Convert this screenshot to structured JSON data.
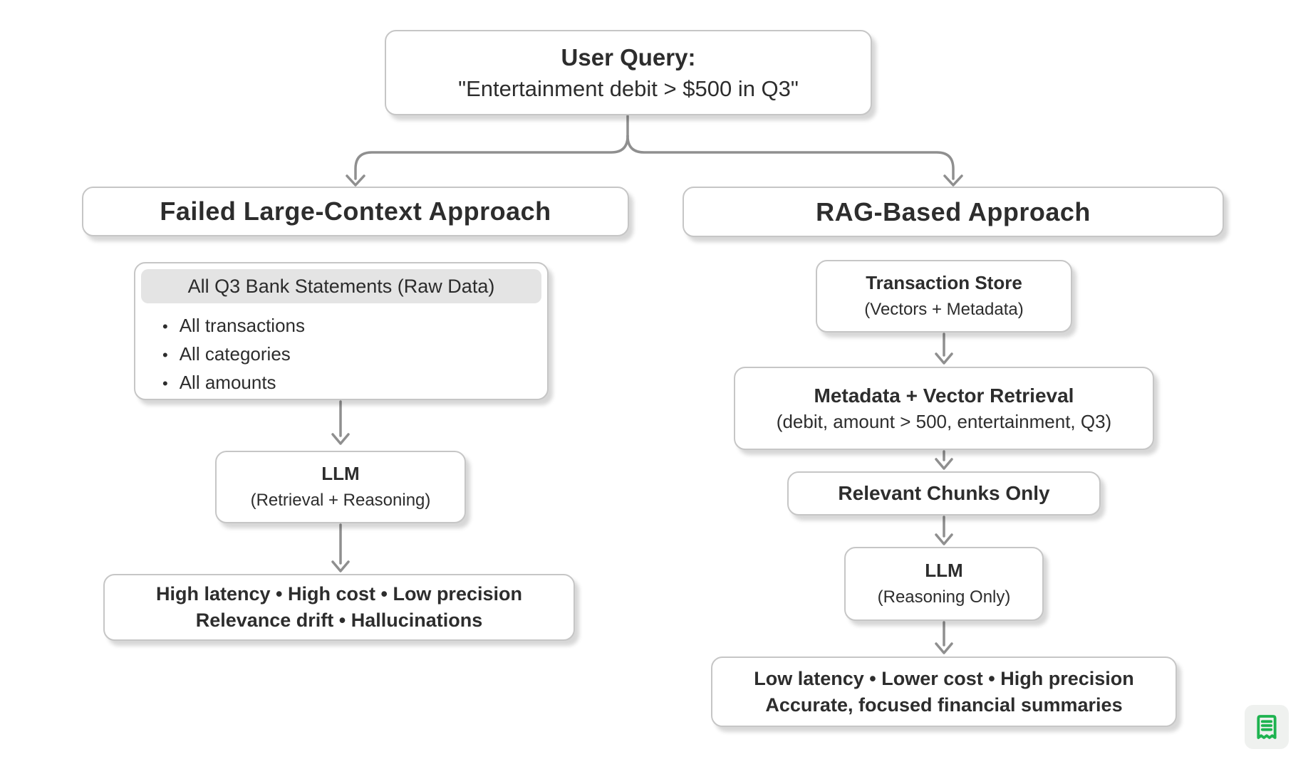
{
  "query_box": {
    "title": "User Query:",
    "subtitle": "\"Entertainment debit > $500 in Q3\""
  },
  "left": {
    "title": "Failed Large-Context Approach",
    "data_box": {
      "header": "All Q3 Bank Statements (Raw Data)",
      "bullet_char": "•",
      "bullets": [
        "All transactions",
        "All categories",
        "All amounts"
      ]
    },
    "llm_box": {
      "title": "LLM",
      "subtitle": "(Retrieval + Reasoning)"
    },
    "result_box": {
      "line1": "High latency • High cost • Low precision",
      "line2": "Relevance drift • Hallucinations"
    }
  },
  "right": {
    "title": "RAG-Based Approach",
    "store_box": {
      "title": "Transaction Store",
      "subtitle": "(Vectors + Metadata)"
    },
    "retrieval_box": {
      "title": "Metadata + Vector Retrieval",
      "subtitle": "(debit, amount > 500, entertainment, Q3)"
    },
    "chunks_box": {
      "title": "Relevant Chunks Only"
    },
    "llm_box": {
      "title": "LLM",
      "subtitle": "(Reasoning Only)"
    },
    "result_box": {
      "line1": "Low latency • Lower cost • High precision",
      "line2": "Accurate, focused financial summaries"
    }
  },
  "icons": {
    "receipt": "receipt-icon"
  },
  "colors": {
    "accent_green": "#1db34f",
    "box_border": "#c6c6c6",
    "arrow_gray": "#8f8f8f",
    "header_strip": "#e4e4e4",
    "text": "#2d2d2d"
  }
}
